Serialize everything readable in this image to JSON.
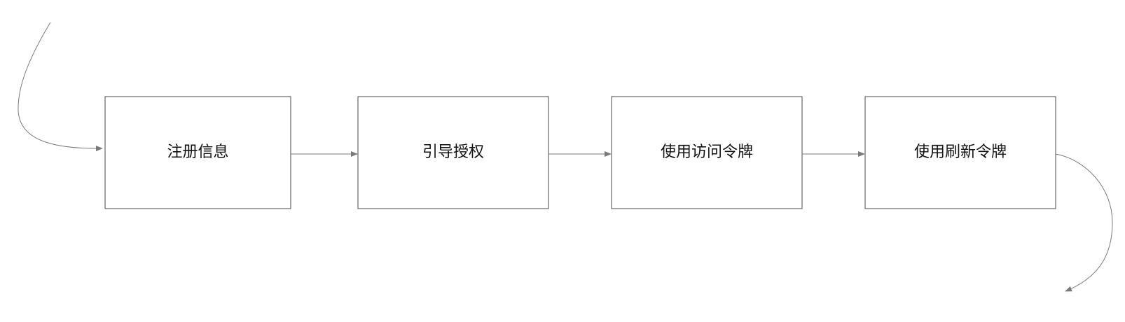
{
  "diagram": {
    "steps": [
      {
        "label": "注册信息"
      },
      {
        "label": "引导授权"
      },
      {
        "label": "使用访问令牌"
      },
      {
        "label": "使用刷新令牌"
      }
    ],
    "line_color": "#7a7a7a",
    "box_border_color": "#4a4a4a"
  }
}
